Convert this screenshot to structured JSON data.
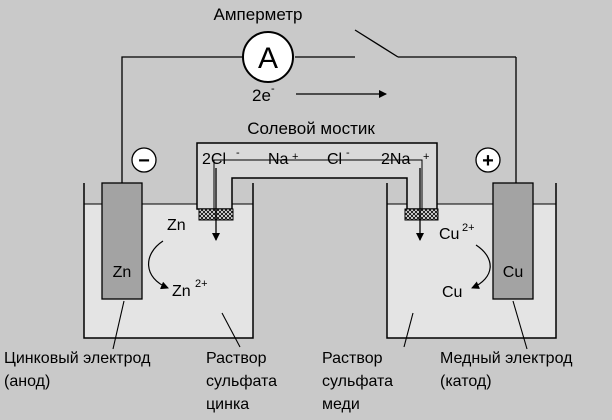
{
  "ammeter": {
    "label": "Амперметр",
    "symbol": "A"
  },
  "electron_flow": {
    "base": "2e",
    "sup": "-"
  },
  "salt_bridge": {
    "title": "Солевой мостик",
    "ions": [
      {
        "base": "2Cl",
        "sup": "-"
      },
      {
        "base": "Na",
        "sup": "+"
      },
      {
        "base": "Cl",
        "sup": "-"
      },
      {
        "base": "2Na",
        "sup": "+"
      }
    ]
  },
  "terminals": {
    "negative": "−",
    "positive": "+"
  },
  "left_cell": {
    "electrode_symbol": "Zn",
    "reactant": "Zn",
    "product_base": "Zn",
    "product_sup": "2+",
    "electrode_caption": [
      "Цинковый электрод",
      "(анод)"
    ],
    "solution_caption": [
      "Раствор",
      "сульфата",
      "цинка"
    ]
  },
  "right_cell": {
    "electrode_symbol": "Cu",
    "reactant_base": "Cu",
    "reactant_sup": "2+",
    "product": "Cu",
    "electrode_caption": [
      "Медный электрод",
      "(катод)"
    ],
    "solution_caption": [
      "Раствор",
      "сульфата",
      "меди"
    ]
  },
  "colors": {
    "background": "#c9c9c9",
    "solution": "#e4e4e4",
    "electrode": "#a3a3a3",
    "bridge": "#d9d9d9",
    "line": "#000000"
  }
}
